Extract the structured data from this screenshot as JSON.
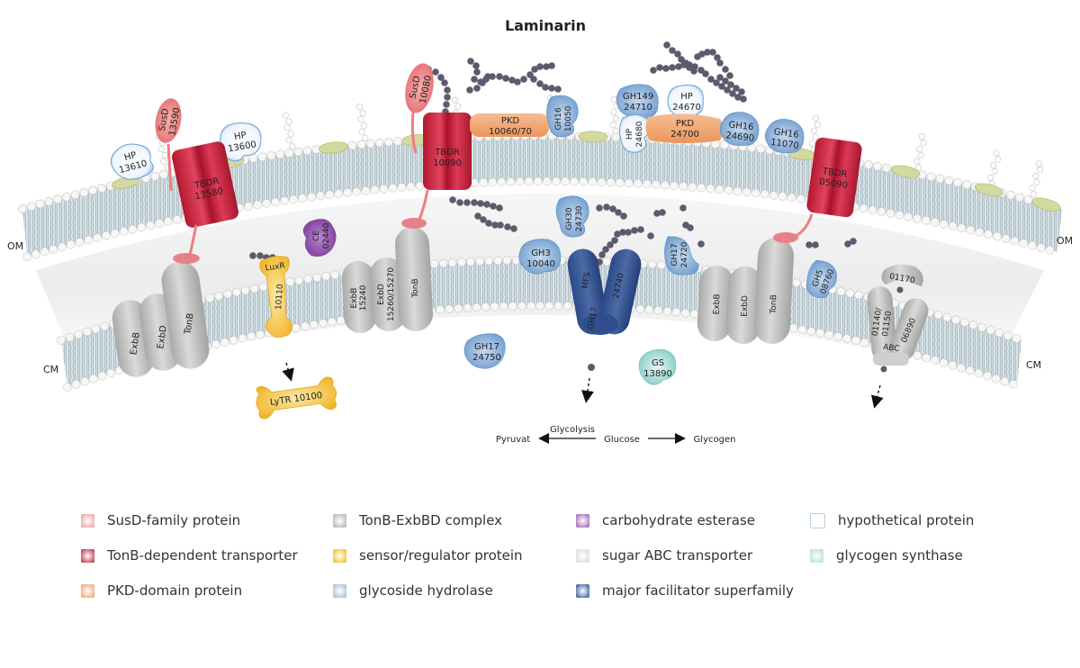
{
  "title": "Laminarin",
  "membranes": {
    "outer": "OM",
    "cytoplasmic": "CM"
  },
  "proteins": {
    "hp13610": [
      "HP",
      "13610"
    ],
    "susd13590": [
      "SusD",
      "13590"
    ],
    "hp13600": [
      "HP",
      "13600"
    ],
    "tbdr13580": [
      "TBDR",
      "13580"
    ],
    "susd10080": [
      "SusD",
      "10080"
    ],
    "tbdr10090": [
      "TBDR",
      "10090"
    ],
    "pkd10060": [
      "PKD",
      "10060/70"
    ],
    "gh16_10050": [
      "GH16",
      "10050"
    ],
    "gh149": [
      "GH149",
      "24710"
    ],
    "hp24670": [
      "HP",
      "24670"
    ],
    "hp24680": [
      "HP",
      "24680"
    ],
    "pkd24700": [
      "PKD",
      "24700"
    ],
    "gh16_24690": [
      "GH16",
      "24690"
    ],
    "gh16_11070": [
      "GH16",
      "11070"
    ],
    "tbdr05090": [
      "TBDR",
      "05090"
    ],
    "ce02440": [
      "CE",
      "02440"
    ],
    "luxr": [
      "LuxR",
      "10110"
    ],
    "lytr": "LyTR 10100",
    "exbb1": "ExbB",
    "exbd1": "ExbD",
    "tonb1": "TonB",
    "exbb2": [
      "ExbB",
      "15240"
    ],
    "exbd2": [
      "ExbD",
      "15260/15270"
    ],
    "tonb2": "TonB",
    "gh3": [
      "GH3",
      "10040"
    ],
    "gh30": [
      "GH30",
      "24730"
    ],
    "mfs": [
      "MFS",
      "24740",
      "GH17"
    ],
    "gh17_24720": [
      "GH17",
      "24720"
    ],
    "gh17_24750": [
      "GH17",
      "24750"
    ],
    "gs": [
      "GS",
      "13890"
    ],
    "exbb3": "ExbB",
    "exbd3": "ExbD",
    "tonb3": "TonB",
    "gh5": [
      "GH5",
      "08760"
    ],
    "abc": [
      "01170",
      "01140/",
      "01150",
      "06890",
      "ABC"
    ]
  },
  "pathway": {
    "left": "Pyruvat",
    "process": "Glycolysis",
    "center": "Glucose",
    "right": "Glycogen"
  },
  "legend": [
    {
      "label": "SusD-family protein",
      "color": "#f4a3a3"
    },
    {
      "label": "TonB-dependent transporter",
      "color": "#c0394f"
    },
    {
      "label": "PKD-domain protein",
      "color": "#f0a878"
    },
    {
      "label": "TonB-ExbBD complex",
      "color": "#b5b5b2"
    },
    {
      "label": "sensor/regulator protein",
      "color": "#f2c023"
    },
    {
      "label": "glycoside hydrolase",
      "color": "#a3bfdd"
    },
    {
      "label": "carbohydrate esterase",
      "color": "#a06ab8"
    },
    {
      "label": "sugar ABC transporter",
      "color": "#dcdcda"
    },
    {
      "label": "major facilitator superfamily",
      "color": "#3f5f98"
    },
    {
      "label": "hypothetical protein",
      "color": "#ffffff"
    },
    {
      "label": "glycogen synthase",
      "color": "#b5e0dd"
    }
  ],
  "colors": {
    "susd": "#ec7f7f",
    "tbdr": "#c3203f",
    "pkd": "#f2a772",
    "ton": "#bdbdbb",
    "luxr": "#f4c74a",
    "gh": "#8db2da",
    "ce": "#8c4aa8",
    "mfs": "#2e4e8c",
    "hp": "#f7fbff",
    "gs": "#a8ddd7",
    "sugar": "#5e5a6e",
    "membrane": "#dcecf0",
    "lipid_head": "#f2f2f2",
    "lps": "#d4d9a0"
  }
}
